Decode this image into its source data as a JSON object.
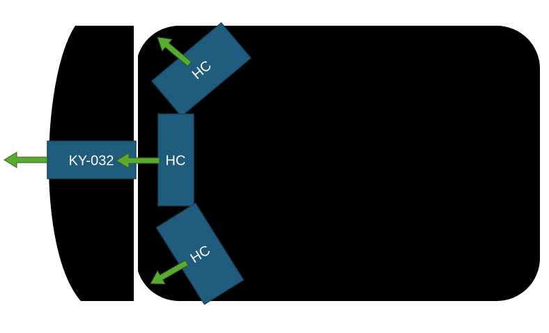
{
  "diagram": {
    "labels": {
      "ky032": "KY-032",
      "hc_top": "HC",
      "hc_middle": "HC",
      "hc_bottom": "HC"
    },
    "colors": {
      "background": "#ffffff",
      "body": "#000000",
      "sensor_box": "#1f5c7e",
      "sensor_border": "#18465f",
      "arrow": "#5aaa32",
      "arrow_border": "#2f5f1a",
      "label": "#ffffff"
    }
  }
}
